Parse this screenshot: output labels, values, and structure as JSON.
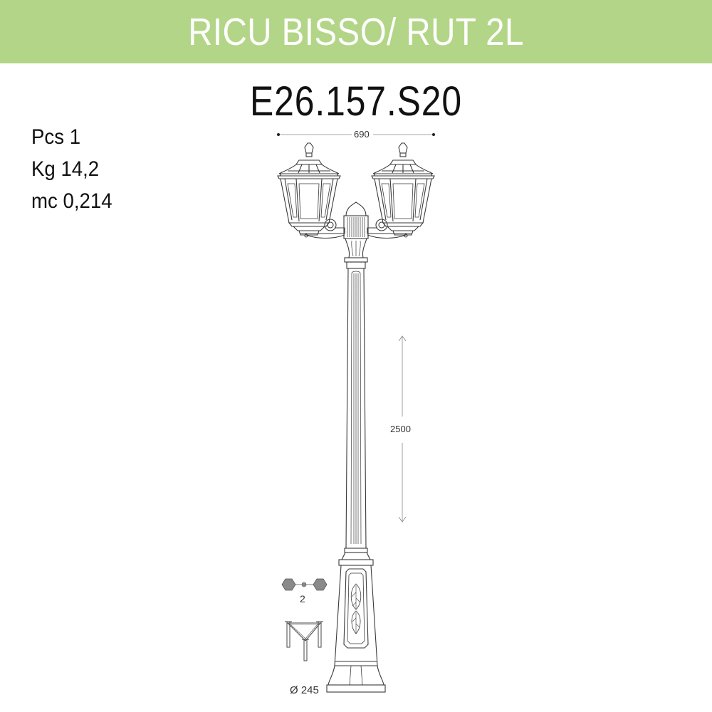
{
  "header": {
    "title": "RICU BISSO/ RUT 2L",
    "background_color": "#b3d587",
    "text_color": "#ffffff"
  },
  "product": {
    "code": "E26.157.S20"
  },
  "specs": [
    {
      "label": "Pcs",
      "value": "1"
    },
    {
      "label": "Kg",
      "value": "14,2"
    },
    {
      "label": "mc",
      "value": "0,214"
    }
  ],
  "dimensions": {
    "width": "690",
    "height": "2500",
    "base_diameter": "Ø 245",
    "lamp_count": "2"
  },
  "icons": {
    "lamp_arrangement": "two-hexagon-lamps-icon",
    "base_tripod": "anchor-tripod-icon"
  },
  "line_color": "#3a3a3a",
  "accent_gray": "#8a8a8a"
}
